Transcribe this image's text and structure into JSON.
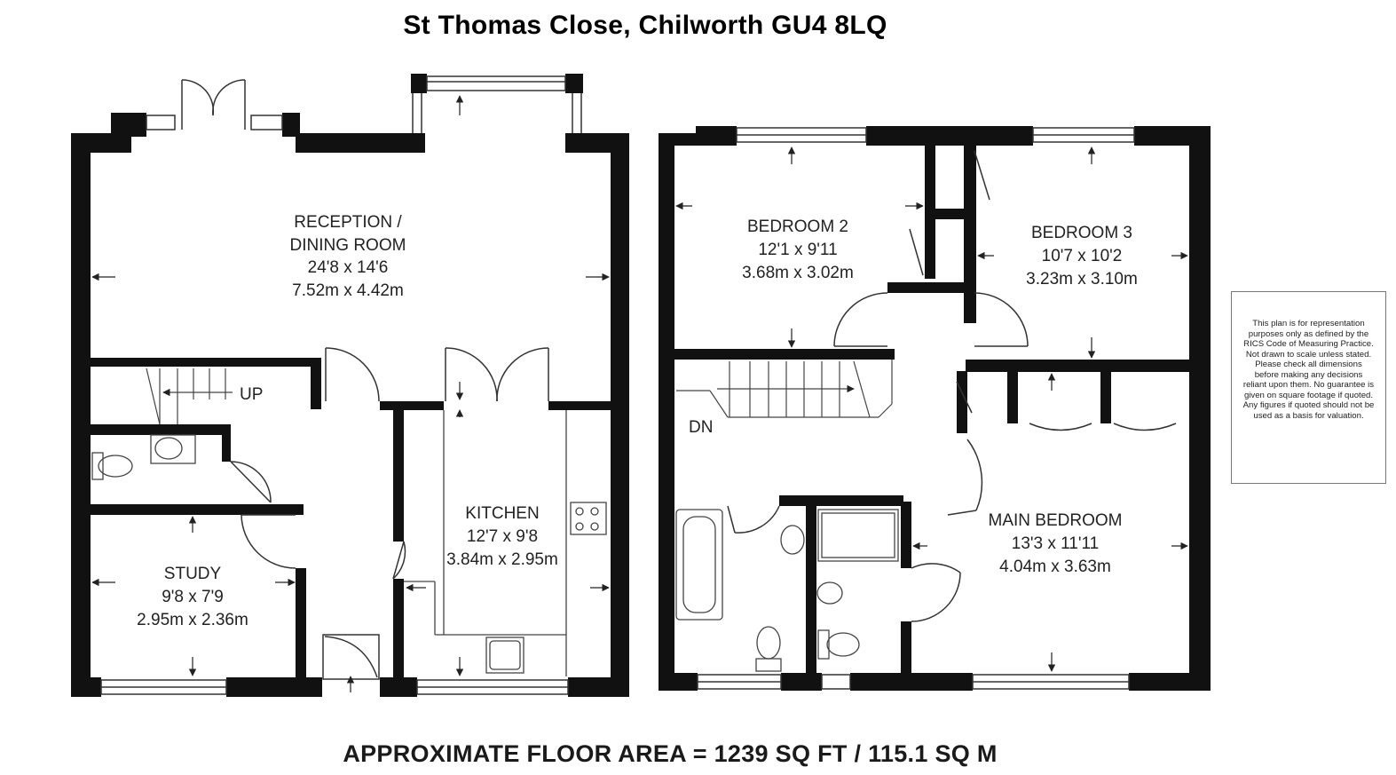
{
  "title": "St Thomas Close, Chilworth GU4 8LQ",
  "footer": "APPROXIMATE FLOOR AREA = 1239 SQ FT / 115.1 SQ M",
  "disclaimer": "This plan is for representation purposes only as defined by the RICS Code of Measuring Practice. Not drawn to scale unless stated. Please check all dimensions before making any decisions reliant upon them. No guarantee is given on square footage if quoted. Any figures if quoted should not be used as a basis for valuation.",
  "ground_floor": {
    "reception": {
      "name_line1": "RECEPTION /",
      "name_line2": "DINING ROOM",
      "imperial": "24'8 x 14'6",
      "metric": "7.52m x 4.42m"
    },
    "kitchen": {
      "name": "KITCHEN",
      "imperial": "12'7 x 9'8",
      "metric": "3.84m x 2.95m"
    },
    "study": {
      "name": "STUDY",
      "imperial": "9'8 x 7'9",
      "metric": "2.95m x 2.36m"
    },
    "stairs_label": "UP"
  },
  "first_floor": {
    "bedroom2": {
      "name": "BEDROOM 2",
      "imperial": "12'1 x 9'11",
      "metric": "3.68m x 3.02m"
    },
    "bedroom3": {
      "name": "BEDROOM 3",
      "imperial": "10'7 x 10'2",
      "metric": "3.23m x 3.10m"
    },
    "main_bedroom": {
      "name": "MAIN BEDROOM",
      "imperial": "13'3 x 11'11",
      "metric": "4.04m x 3.63m"
    },
    "stairs_label": "DN"
  }
}
